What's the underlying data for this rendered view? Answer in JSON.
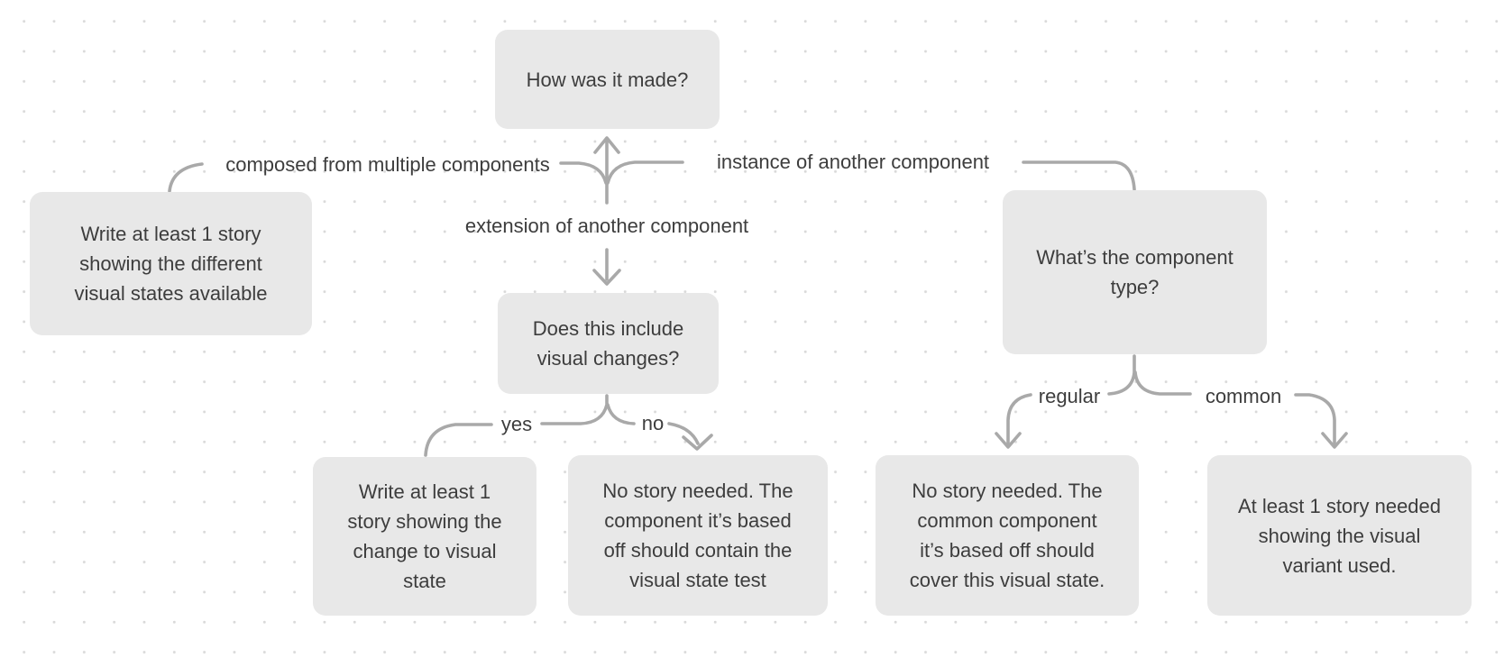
{
  "diagram": {
    "nodes": {
      "how": {
        "text": "How was it made?"
      },
      "left_story": {
        "text": "Write at least 1 story\nshowing the different\nvisual states available"
      },
      "visual_changes": {
        "text": "Does this include\nvisual changes?"
      },
      "component_type": {
        "text": "What’s the component\ntype?"
      },
      "change_visual": {
        "text": "Write at least 1\nstory showing the\nchange to visual\nstate"
      },
      "no_story_contains": {
        "text": "No story needed. The\ncomponent it’s based\noff should contain the\nvisual state test"
      },
      "no_story_covers": {
        "text": "No story needed. The\ncommon component\nit’s based off should\ncover this visual state."
      },
      "variant_used": {
        "text": "At least 1 story needed\nshowing the visual\nvariant used."
      }
    },
    "edge_labels": {
      "composed": "composed from multiple components",
      "extension": "extension of another component",
      "instance": "instance of another component",
      "yes": "yes",
      "no": "no",
      "regular": "regular",
      "common": "common"
    },
    "colors": {
      "canvas_bg": "#ffffff",
      "dot": "#d9d9d9",
      "node_fill": "#e8e8e8",
      "node_text": "#3d3d3d",
      "connector": "#a9a9a9"
    }
  }
}
